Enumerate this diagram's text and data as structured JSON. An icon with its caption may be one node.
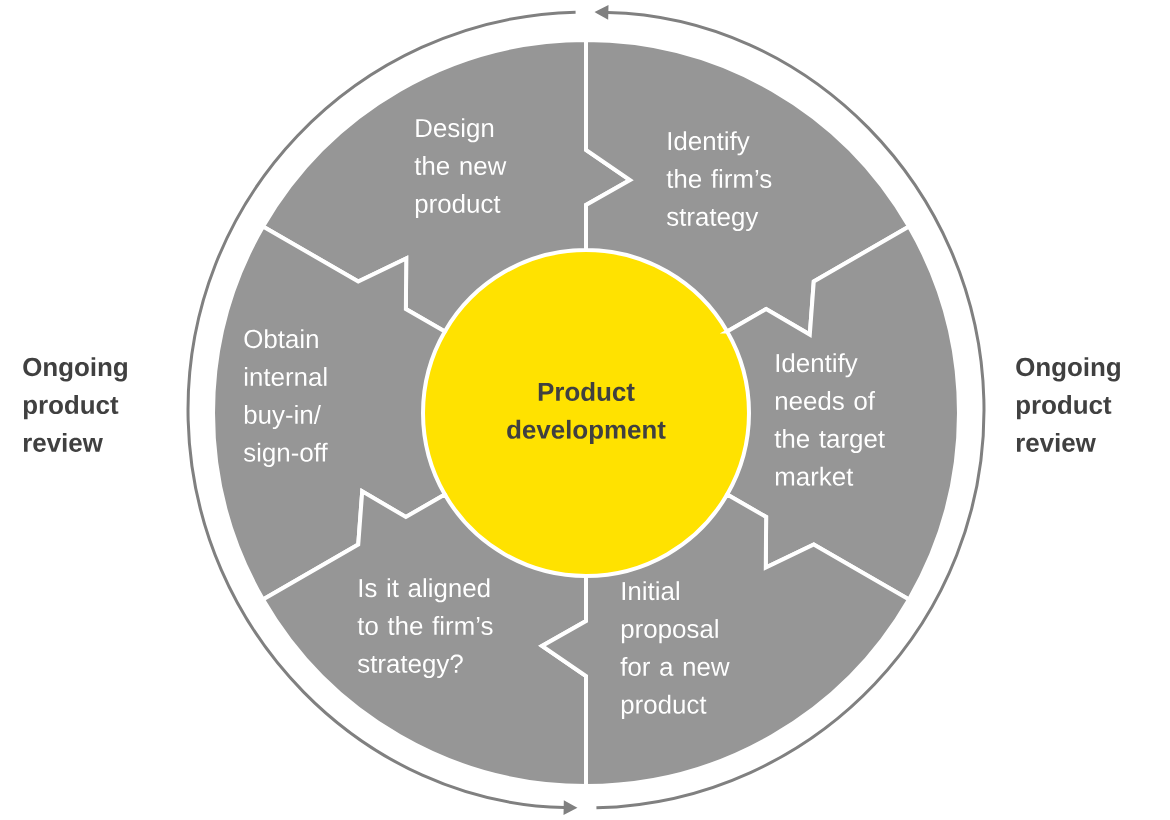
{
  "diagram": {
    "nodes": [
      {
        "text": [
          "Product development"
        ]
      },
      {
        "text": [
          "Design the new product"
        ]
      },
      {
        "text": [
          "Identify the firm’s strategy"
        ]
      },
      {
        "text": [
          "Obtain internal buy-in/ sign-off"
        ]
      },
      {
        "text": [
          "Identify needs of the target market"
        ]
      },
      {
        "text": [
          "Is it aligned to the firm’s strategy?"
        ]
      },
      {
        "text": [
          "Initial proposal for a new product"
        ]
      }
    ],
    "labels": [
      "Ongoing product review",
      "Ongoing product review"
    ]
  }
}
